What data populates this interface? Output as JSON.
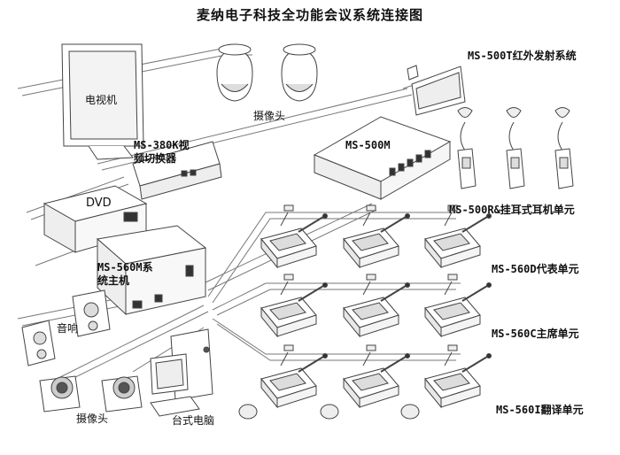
{
  "title": "麦纳电子科技全功能会议系统连接图",
  "labels": {
    "tv": "电视机",
    "camera_top": "摄像头",
    "ir_system": "MS-500T红外发射系统",
    "video_switcher_line1": "MS-380K视",
    "video_switcher_line2": "频切换器",
    "ms500m": "MS-500M",
    "dvd": "DVD",
    "headphone_unit": "MS-500R&挂耳式耳机单元",
    "host_line1": "MS-560M系",
    "host_line2": "统主机",
    "delegate": "MS-560D代表单元",
    "speaker": "音响",
    "chairman": "MS-560C主席单元",
    "camera_bottom": "摄像头",
    "desktop_pc": "台式电脑",
    "interpreter": "MS-560I翻译单元"
  }
}
